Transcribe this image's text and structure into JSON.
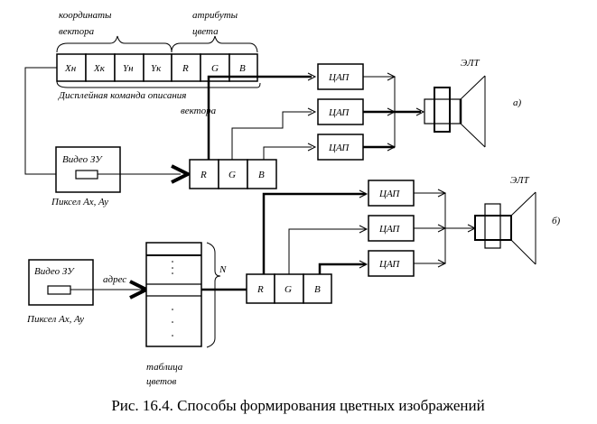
{
  "labels": {
    "coords_top": "координаты",
    "coords_bottom": "вектора",
    "attrs_top": "атрибуты",
    "attrs_bottom": "цвета",
    "command_line1": "Дисплейная команда описания",
    "command_line2": "вектора",
    "video_mem_a": "Видео ЗУ",
    "pixel_a": "Пиксел Ax, Ay",
    "video_mem_b": "Видео ЗУ",
    "pixel_b": "Пиксел Ax, Ay",
    "address": "адрес",
    "N": "N",
    "table_line1": "таблица",
    "table_line2": "цветов",
    "crt_a": "ЭЛТ",
    "crt_b": "ЭЛТ",
    "variant_a": "а)",
    "variant_b": "б)"
  },
  "command_cells": [
    "Xн",
    "Xк",
    "Yн",
    "Yк",
    "R",
    "G",
    "B"
  ],
  "register_cells": [
    "R",
    "G",
    "B"
  ],
  "dac_label": "ЦАП",
  "caption": "Рис. 16.4. Способы формирования цветных изображений"
}
